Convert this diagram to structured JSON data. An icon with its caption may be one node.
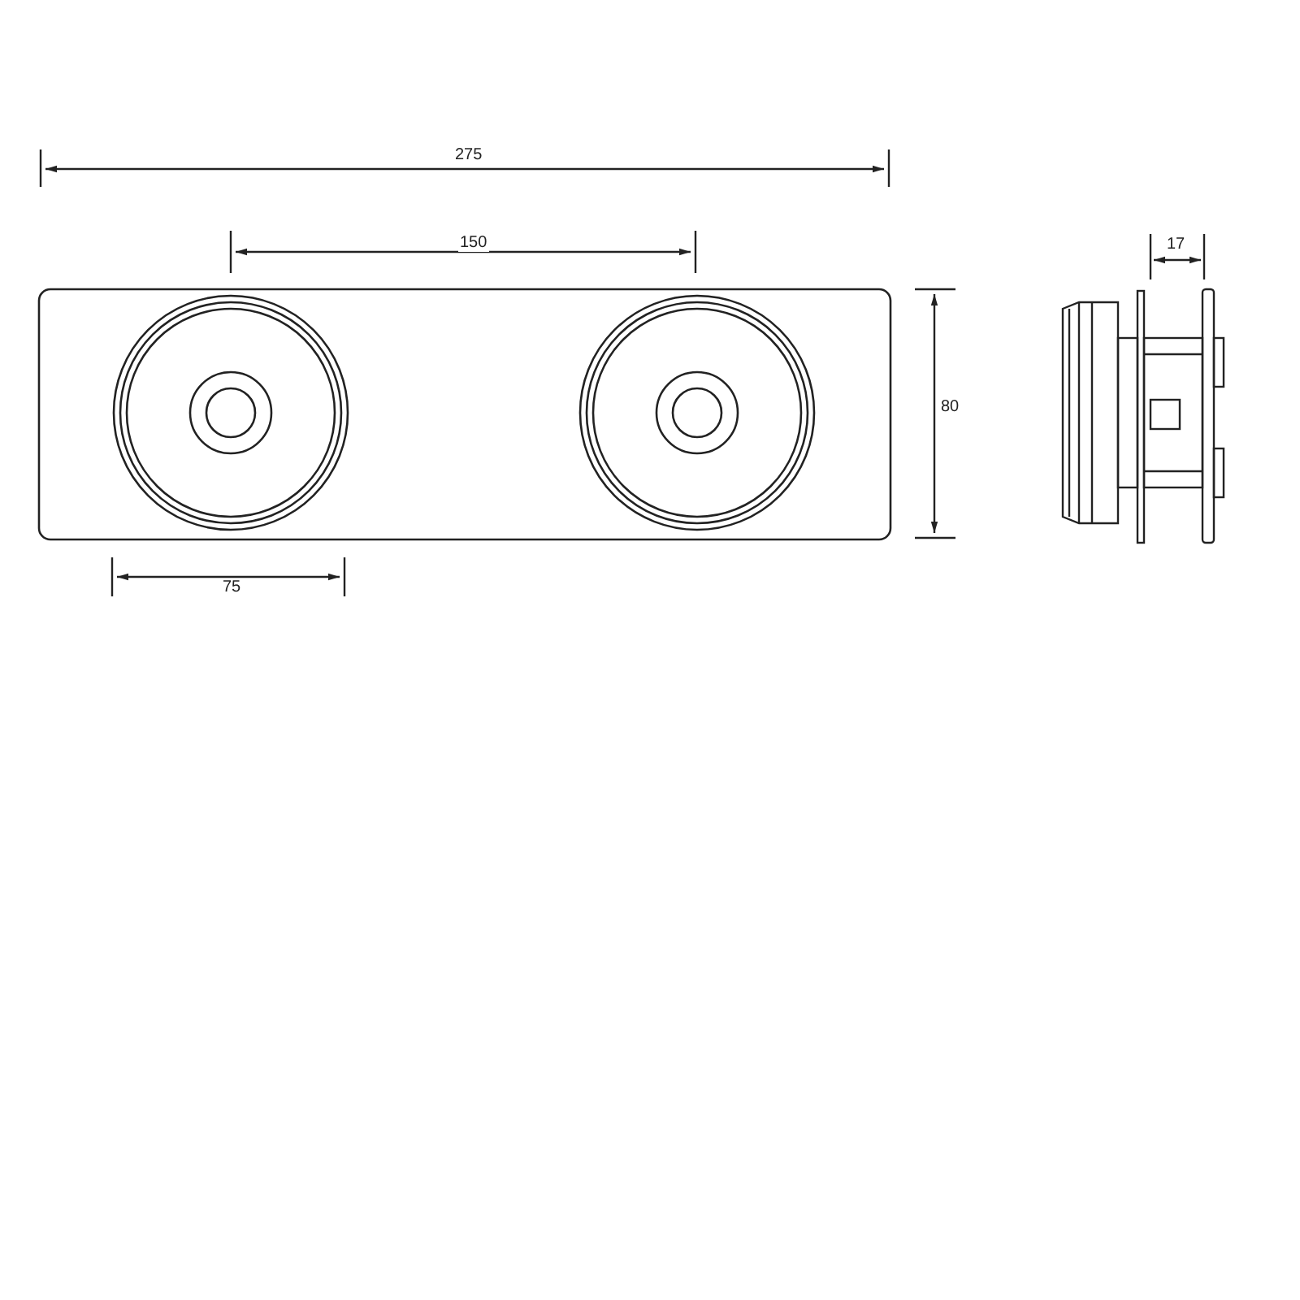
{
  "diagram": {
    "labels": [
      "275",
      "150",
      "17",
      "80",
      "75"
    ]
  }
}
